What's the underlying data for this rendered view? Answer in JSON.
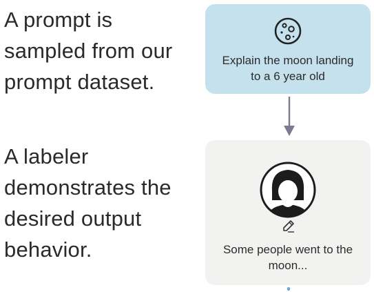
{
  "steps": [
    {
      "description": "A prompt is sampled from our prompt dataset.",
      "card_text": "Explain the moon landing to a 6 year old",
      "icon": "moon-icon"
    },
    {
      "description": "A labeler demonstrates the desired output behavior.",
      "card_text": "Some people went to the moon...",
      "icon": "labeler-avatar-icon"
    }
  ],
  "colors": {
    "prompt_card": "#c5e1ee",
    "demo_card": "#f2f2f1",
    "arrow": "#7a7b8e",
    "text": "#2a2a2a"
  }
}
